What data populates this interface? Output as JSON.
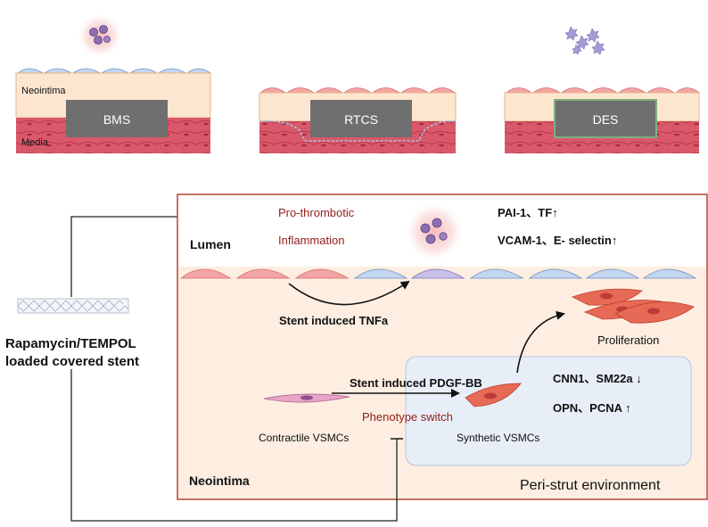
{
  "panels": [
    {
      "label": "BMS",
      "upper_layer_label": "Neointima",
      "lower_layer_label": "Media"
    },
    {
      "label": "RTCS"
    },
    {
      "label": "DES"
    }
  ],
  "stent_caption": {
    "line1": "Rapamycin/TEMPOL",
    "line2": "loaded covered stent"
  },
  "main": {
    "lumen_label": "Lumen",
    "neointima_label": "Neointima",
    "peri_strut_label": "Peri-strut environment",
    "pro_thrombotic": "Pro-thrombotic",
    "inflammation": "Inflammation",
    "markers_thrombotic": "PAI-1、TF↑",
    "markers_inflammation": "VCAM-1、E- selectin↑",
    "tnfa_label": "Stent induced TNFa",
    "pdgf_label": "Stent induced PDGF-BB",
    "phenotype_switch": "Phenotype switch",
    "contractile_label": "Contractile VSMCs",
    "synthetic_label": "Synthetic VSMCs",
    "proliferation_label": "Proliferation",
    "markers_down": "CNN1、SM22a ↓",
    "markers_up": "OPN、PCNA ↑"
  },
  "colors": {
    "frame_red": "#b5473a",
    "dark_red_text": "#8f1d1a",
    "neointima_fill": "#fde6cf",
    "media_fill": "#d9586a",
    "strut_gray": "#6f6f6f",
    "endothelial_blue": "#c3d6f0",
    "endothelial_red": "#f3a5a5",
    "peri_strut_fill": "#e8eef8"
  }
}
